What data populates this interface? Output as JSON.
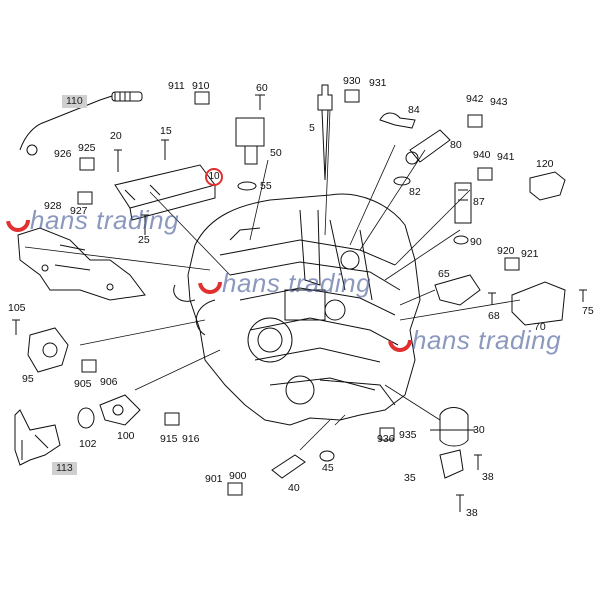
{
  "watermark": {
    "text": "hans trading",
    "logo_letter": "h",
    "logo_color": "#e03030",
    "text_color": "#4a5f9a"
  },
  "highlight": {
    "label": "10",
    "color": "#e03030"
  },
  "boxed_labels": [
    "110",
    "113"
  ],
  "callouts": [
    "911",
    "910",
    "60",
    "930",
    "931",
    "5",
    "84",
    "942",
    "943",
    "80",
    "926",
    "925",
    "20",
    "15",
    "50",
    "55",
    "940",
    "941",
    "120",
    "82",
    "87",
    "90",
    "928",
    "927",
    "25",
    "920",
    "921",
    "65",
    "105",
    "68",
    "75",
    "70",
    "95",
    "905",
    "906",
    "30",
    "102",
    "100",
    "915",
    "916",
    "936",
    "935",
    "40",
    "45",
    "901",
    "900",
    "35",
    "38",
    "38"
  ]
}
